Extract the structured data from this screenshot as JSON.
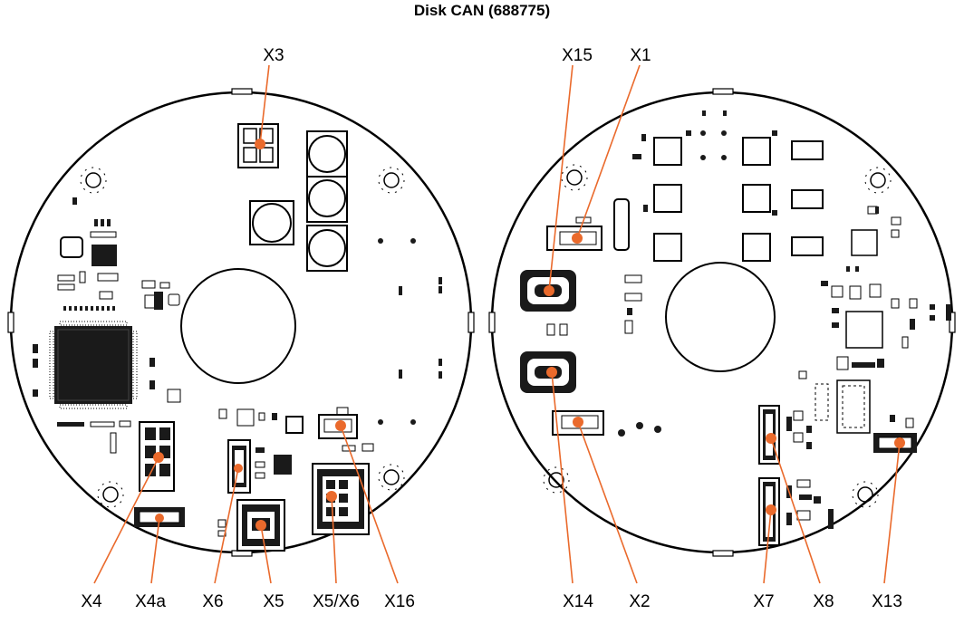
{
  "title": "Disk CAN (688775)",
  "colors": {
    "accent": "#ea6a2c",
    "outline": "#000000",
    "background": "#ffffff"
  },
  "left_board": {
    "connectors": [
      {
        "id": "x3",
        "label": "X3"
      },
      {
        "id": "x4",
        "label": "X4"
      },
      {
        "id": "x4a",
        "label": "X4a"
      },
      {
        "id": "x6",
        "label": "X6"
      },
      {
        "id": "x5",
        "label": "X5"
      },
      {
        "id": "x5x6",
        "label": "X5/X6"
      },
      {
        "id": "x16",
        "label": "X16"
      }
    ]
  },
  "right_board": {
    "connectors": [
      {
        "id": "x15",
        "label": "X15"
      },
      {
        "id": "x1",
        "label": "X1"
      },
      {
        "id": "x14",
        "label": "X14"
      },
      {
        "id": "x2",
        "label": "X2"
      },
      {
        "id": "x7",
        "label": "X7"
      },
      {
        "id": "x8",
        "label": "X8"
      },
      {
        "id": "x13",
        "label": "X13"
      }
    ]
  }
}
